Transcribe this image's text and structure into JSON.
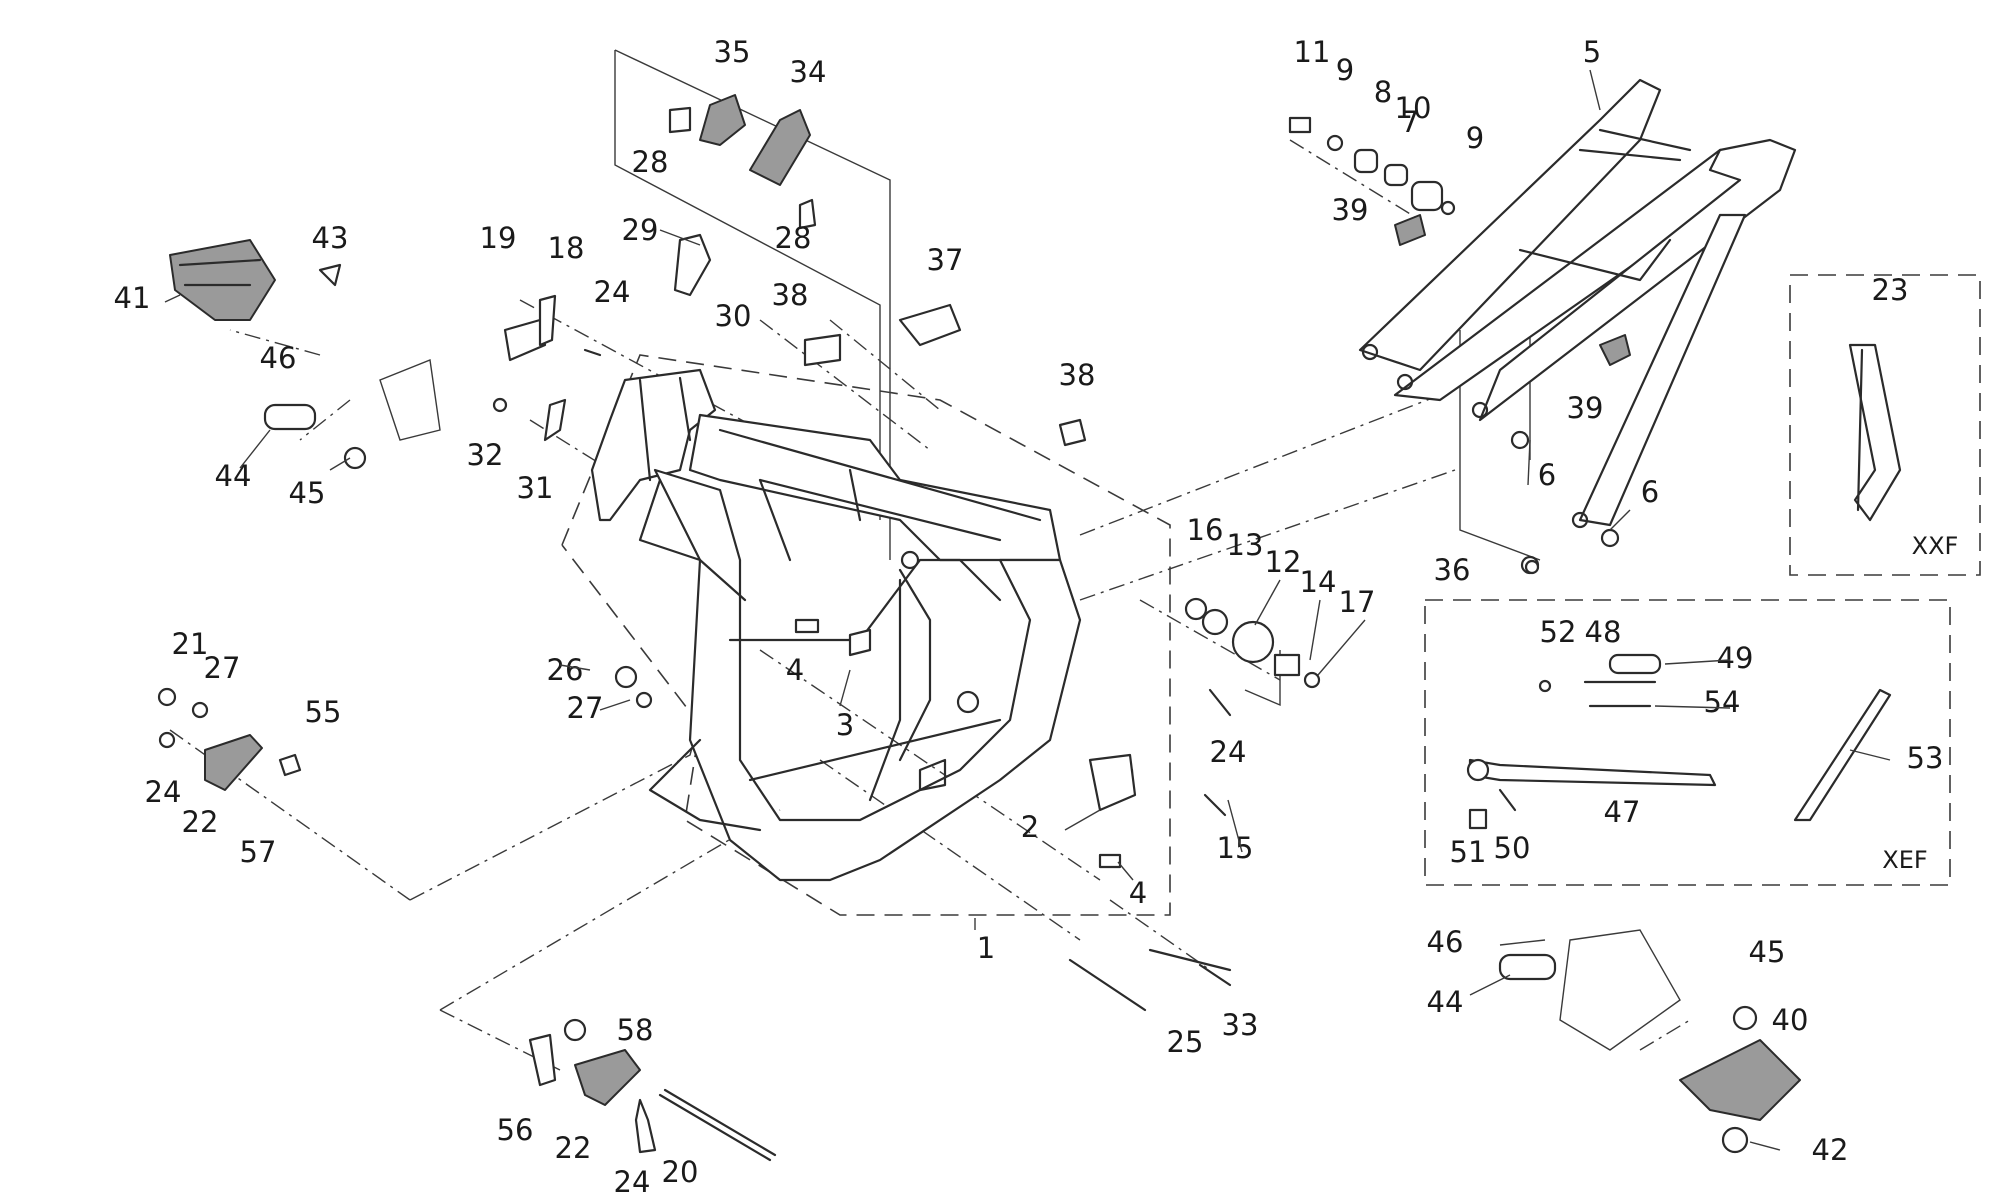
{
  "callouts": [
    "1",
    "2",
    "3",
    "4",
    "4",
    "5",
    "6",
    "6",
    "7",
    "8",
    "9",
    "9",
    "10",
    "11",
    "12",
    "13",
    "14",
    "15",
    "16",
    "17",
    "18",
    "19",
    "20",
    "21",
    "22",
    "22",
    "23",
    "24",
    "24",
    "24",
    "24",
    "25",
    "26",
    "27",
    "27",
    "28",
    "28",
    "29",
    "30",
    "31",
    "32",
    "33",
    "34",
    "35",
    "36",
    "37",
    "38",
    "38",
    "39",
    "39",
    "40",
    "41",
    "42",
    "43",
    "44",
    "44",
    "45",
    "45",
    "46",
    "46",
    "47",
    "48",
    "49",
    "50",
    "51",
    "52",
    "53",
    "54",
    "55",
    "56",
    "57",
    "58"
  ],
  "variants": {
    "xxf": "XXF",
    "xef": "XEF"
  }
}
